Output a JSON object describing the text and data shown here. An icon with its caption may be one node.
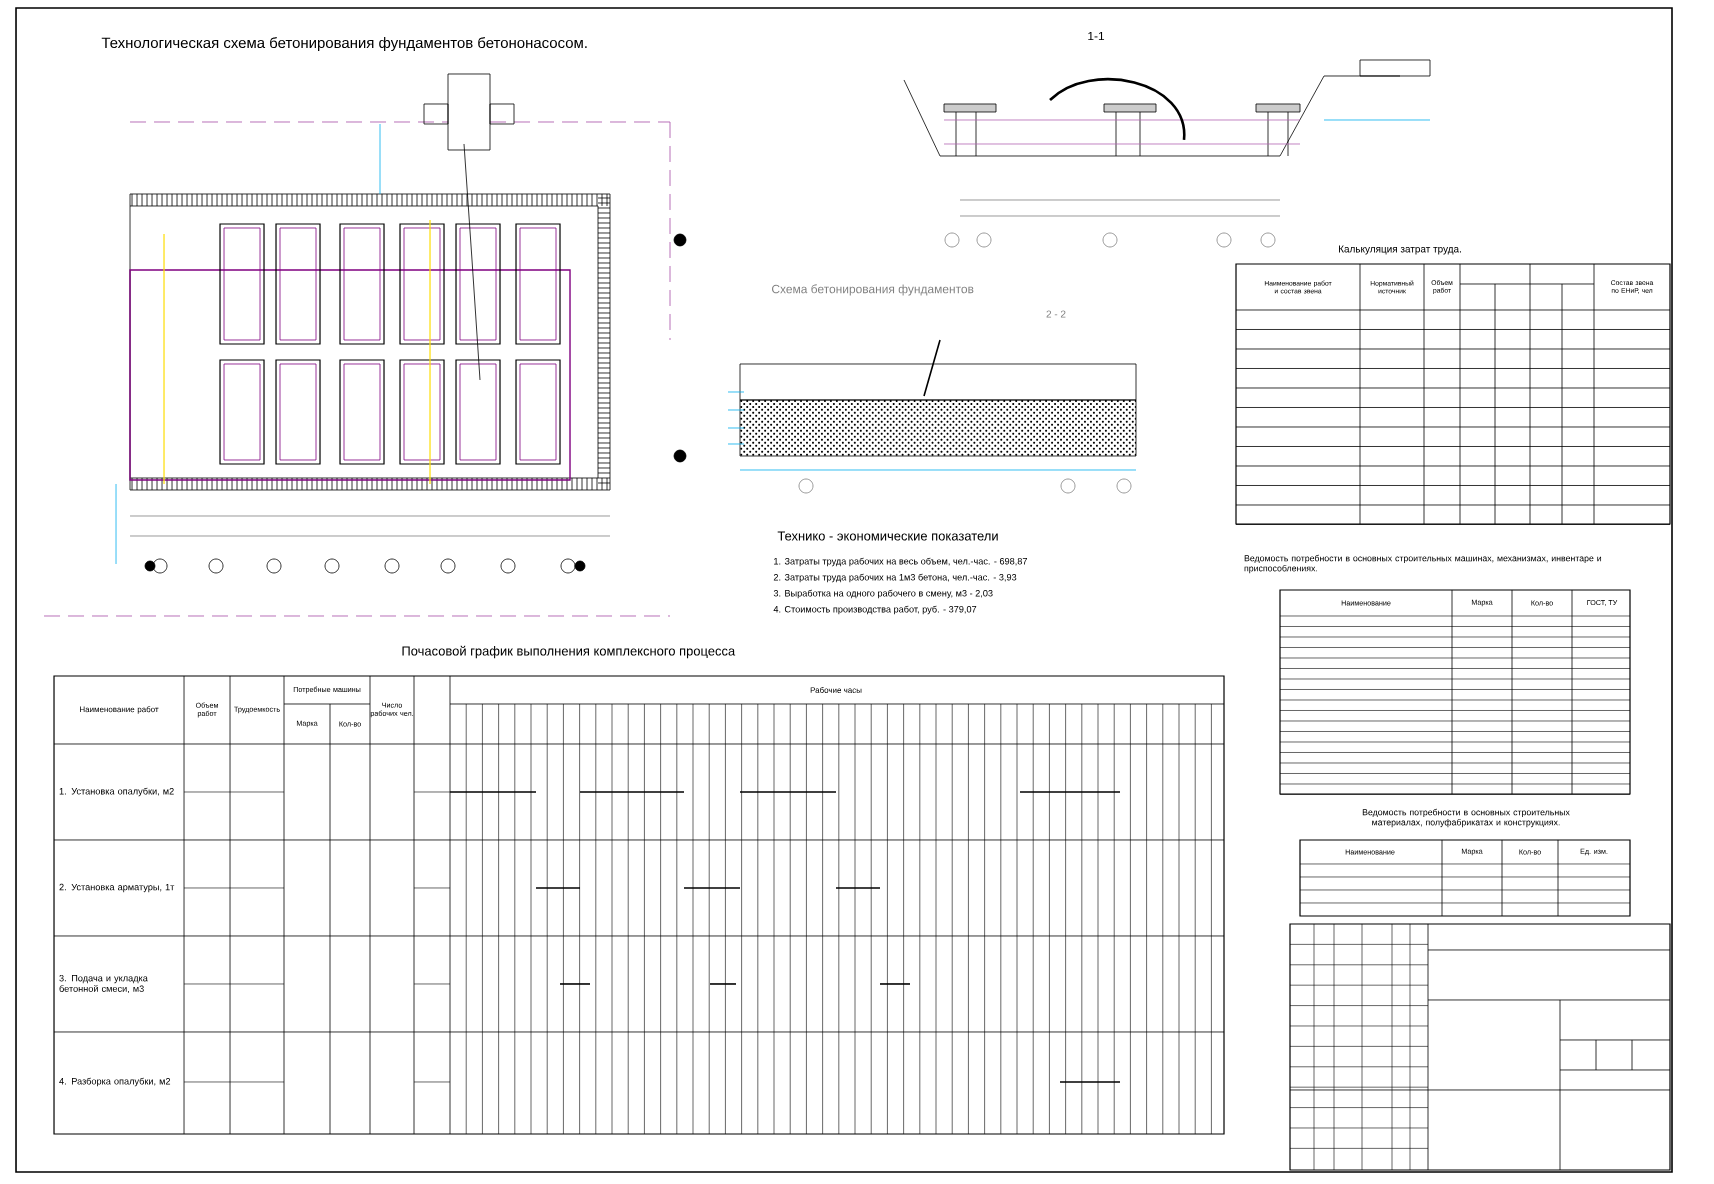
{
  "diagram": {
    "title": "Технологическая схема бетонирования фундаментов бетононасосом.",
    "labels": [
      "1-1",
      "Схема бетонирования фундаментов",
      "2 - 2",
      "Калькуляция затрат труда.",
      "Технико - экономические показатели",
      "1. Затраты труда рабочих на весь объем, чел.-час. - 698,87",
      "2. Затраты труда рабочих на 1м3 бетона, чел.-час. - 3,93",
      "3. Выработка на одного рабочего в смену, м3 - 2,03",
      "4. Стоимость производства работ, руб. - 379,07",
      "Почасовой график выполнения комплексного процесса",
      "Наименование работ",
      "Объем работ",
      "Трудоемкость",
      "Потребные машины",
      "Марка",
      "Кол-во",
      "Число рабочих чел.",
      "Рабочие часы",
      "1. Установка опалубки, м2",
      "2. Установка арматуры, 1т",
      "3. Подача и укладка бетонной смеси, м3",
      "4. Разборка опалубки, м2",
      "Ведомость потребности в основных строительных машинах, механизмах, инвентаре и приспособлениях.",
      "Наименование",
      "Марка",
      "Кол-во",
      "ГОСТ, ТУ",
      "Ведомость потребности в основных строительных материалах, полуфабрикатах и конструкциях.",
      "Наименование",
      "Марка",
      "Кол-во",
      "Ед. изм.",
      "Наименование работ и состав звена",
      "Нормативный источник",
      "Объем работ",
      "Состав звена по ЕНиР, чел"
    ]
  }
}
